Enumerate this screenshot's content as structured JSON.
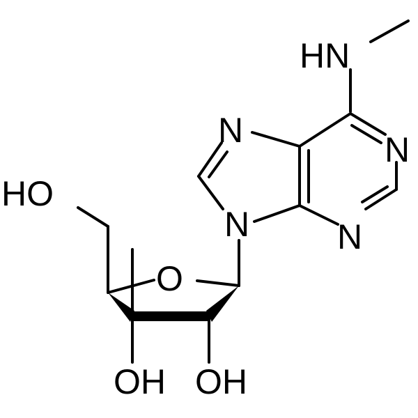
{
  "structure": {
    "line_color": "#000000",
    "background": "#ffffff",
    "atoms": {
      "amine": "HN",
      "n7": "N",
      "n9": "N",
      "n1": "N",
      "n3": "N",
      "ring_oxygen": "O",
      "hydroxymethyl": "HO",
      "hydroxyl_3": "OH",
      "hydroxyl_2": "OH"
    }
  }
}
